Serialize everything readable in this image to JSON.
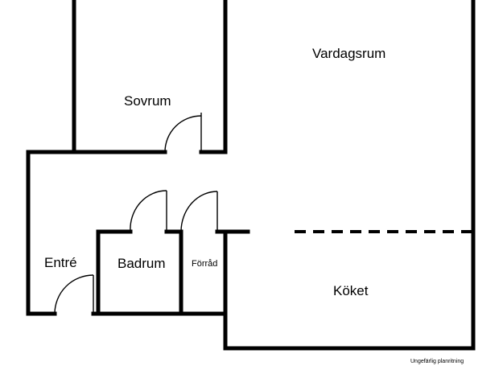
{
  "floorplan": {
    "rooms": {
      "vardagsrum": "Vardagsrum",
      "sovrum": "Sovrum",
      "entre": "Entré",
      "badrum": "Badrum",
      "forrad": "Förråd",
      "koket": "Köket"
    },
    "caption": "Ungefärlig planritning"
  }
}
